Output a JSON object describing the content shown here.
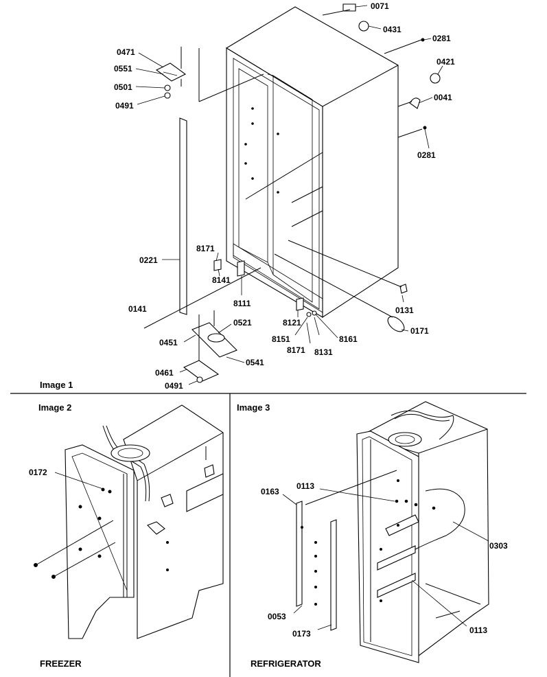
{
  "captions": {
    "image1": "Image 1",
    "image2": "Image 2",
    "image3": "Image 3",
    "freezer": "FREEZER",
    "refrigerator": "REFRIGERATOR"
  },
  "image1_callouts": [
    "0071",
    "0431",
    "0281",
    "0421",
    "0041",
    "0281",
    "0471",
    "0551",
    "0501",
    "0491",
    "0221",
    "0141",
    "8171",
    "8141",
    "8111",
    "0131",
    "0171",
    "8121",
    "8151",
    "8171",
    "8131",
    "8161",
    "0451",
    "0521",
    "0541",
    "0461",
    "0491"
  ],
  "image2_callouts": [
    "0172"
  ],
  "image3_callouts": [
    "0163",
    "0113",
    "0303",
    "0053",
    "0173",
    "0113"
  ]
}
